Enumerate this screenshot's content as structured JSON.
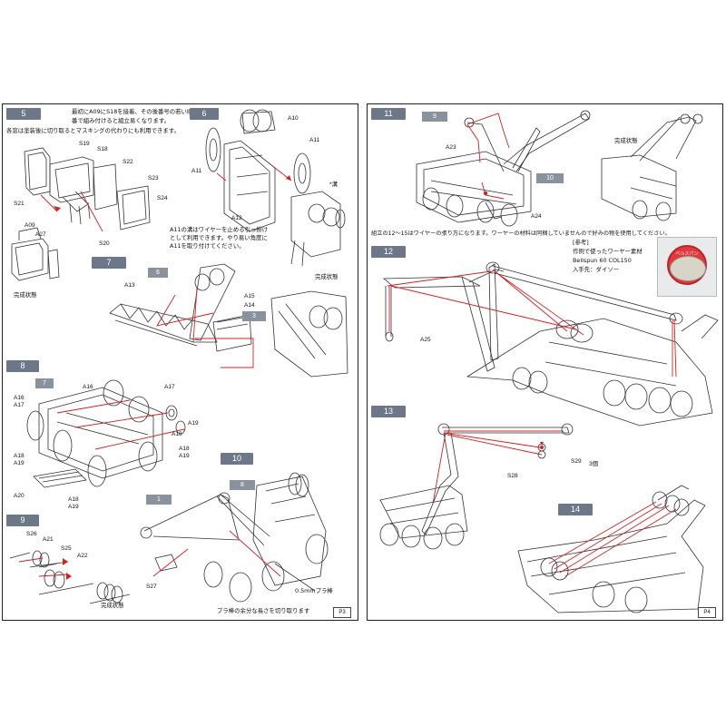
{
  "left_page": {
    "page_number": "P3",
    "step5": {
      "number": "5",
      "note_line1": "最初にA09にS18を接着、その後番号の若い順",
      "note_line2": "番で組み付けると組立易くなります。",
      "note_line3": "各窓は塗装後に切り取るとマスキングの代わりにも利用できます。",
      "labels": [
        "S19",
        "S18",
        "S22",
        "S21",
        "S23",
        "S24",
        "A09",
        "A27",
        "S20"
      ],
      "done": "完成状態"
    },
    "step6": {
      "number": "6",
      "labels": [
        "A10",
        "A11",
        "A11",
        "A12"
      ],
      "groove_mark": "*溝",
      "note_line1": "A11の溝はワイヤーを止める引っ掛け",
      "note_line2": "として利用できます。やり易い角度に",
      "note_line3": "A11を取り付けてください。",
      "done": "完成状態"
    },
    "step7": {
      "number": "7",
      "tags": [
        "6",
        "3"
      ],
      "labels": [
        "A13",
        "A15",
        "A14"
      ]
    },
    "step8": {
      "number": "8",
      "tag": "7",
      "labels": [
        "A16",
        "A17",
        "A16",
        "A17",
        "A19",
        "A18",
        "A18",
        "A19",
        "A18",
        "A19",
        "A20",
        "A18",
        "A19"
      ]
    },
    "step9": {
      "number": "9",
      "labels": [
        "S26",
        "A21",
        "S25",
        "A22"
      ],
      "done": "完成状態"
    },
    "step10": {
      "number": "10",
      "tags": [
        "1",
        "8"
      ],
      "labels": [
        "S27"
      ],
      "rod": "0.5mmプラ棒",
      "note": "プラ棒の余分な長さを切り取ります"
    }
  },
  "right_page": {
    "page_number": "P4",
    "step11": {
      "number": "11",
      "tags": [
        "9",
        "10"
      ],
      "labels": [
        "A23",
        "A24"
      ],
      "done": "完成状態"
    },
    "wire_note": "組立の12～15はワイヤーの張り方になります。ワーヤーの材料は同梱していませんので好みの物を使用してください。",
    "reference": {
      "title": "[参考]",
      "line1": "作例で使ったワーヤー素材",
      "line2": "Bellspun 60 COL150",
      "line3": "入手先：ダイソー",
      "spool_text": "ベルスパン"
    },
    "step12": {
      "number": "12",
      "labels": [
        "A25"
      ]
    },
    "step13": {
      "number": "13",
      "labels": [
        "S28",
        "S29",
        "3個"
      ]
    },
    "step14": {
      "number": "14"
    }
  },
  "colors": {
    "step_badge": "#6c7787",
    "wire": "#d42020",
    "line_art": "#333333"
  }
}
